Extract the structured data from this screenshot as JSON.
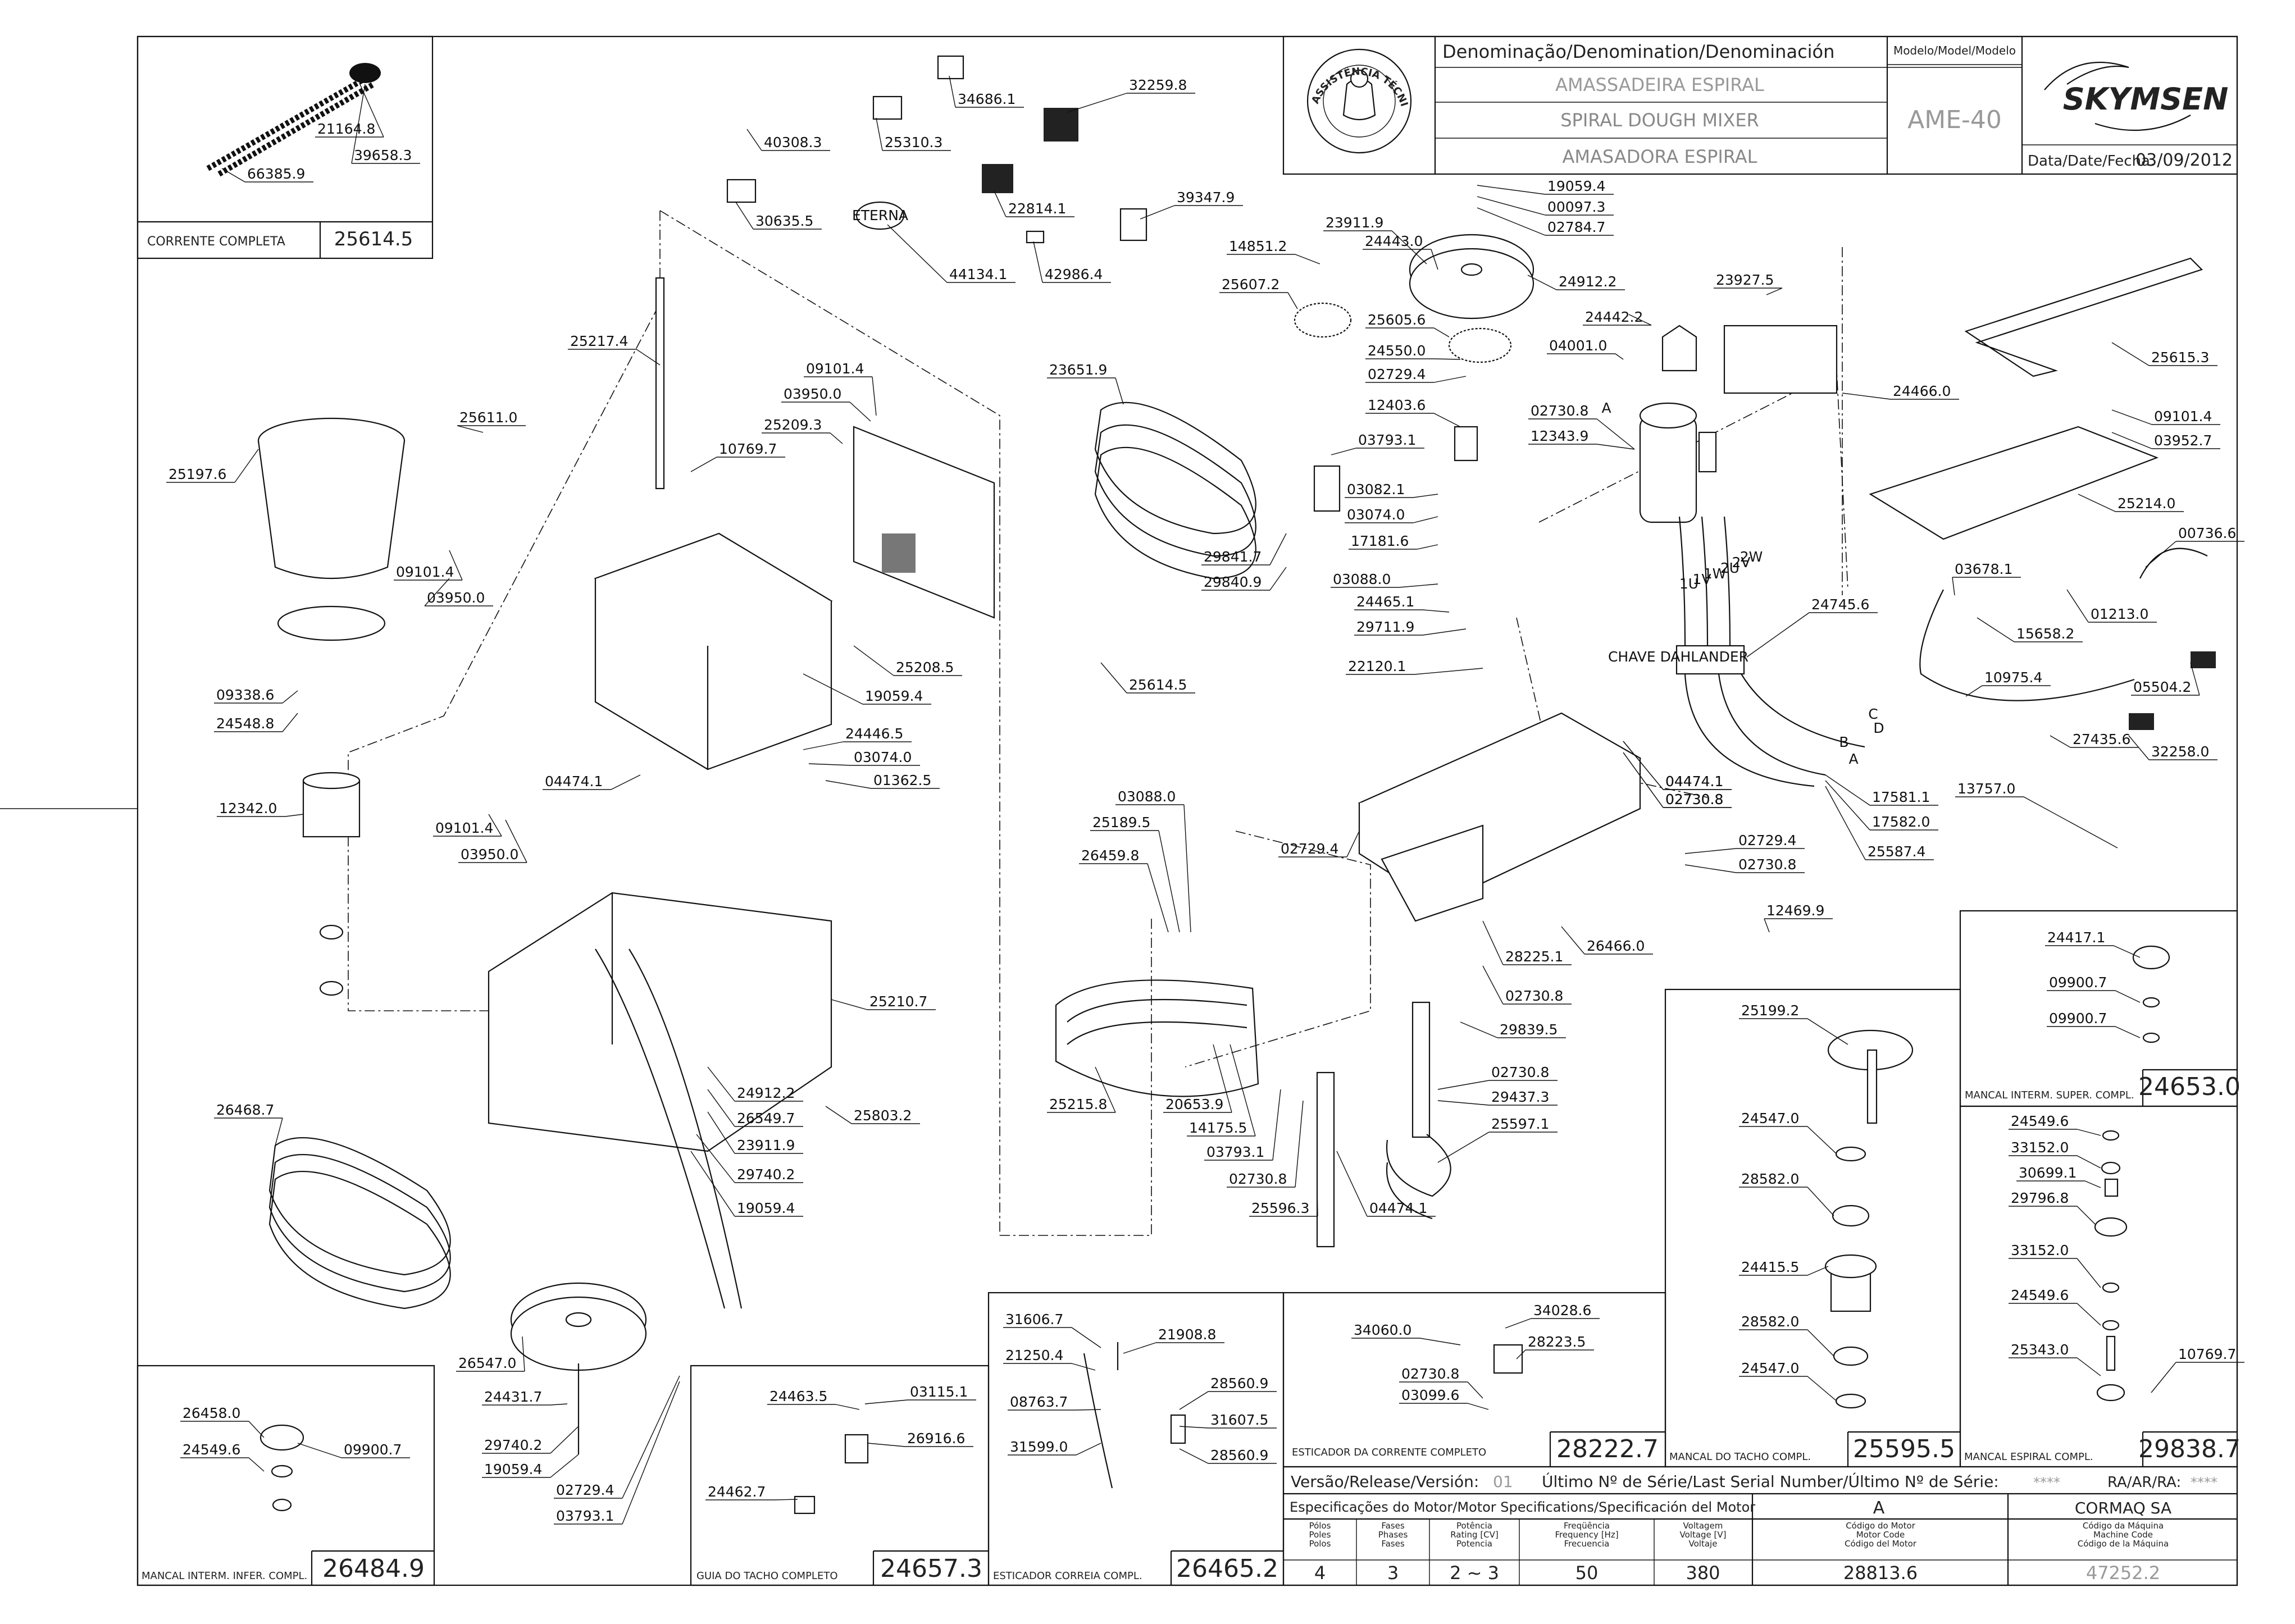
{
  "title_block": {
    "denomination_header": "Denominação/Denomination/Denominación",
    "name_pt": "AMASSADEIRA ESPIRAL",
    "name_en": "SPIRAL DOUGH MIXER",
    "name_es": "AMASADORA ESPIRAL",
    "model_header": "Modelo/Model/Modelo",
    "model": "AME-40",
    "brand": "SKYMSEN",
    "date_label": "Data/Date/Fecha:",
    "date": "03/09/2012",
    "badge_text": "ASSISTÊNCIA TÉCNICA AUTORIZADA"
  },
  "version_row": {
    "version_label": "Versão/Release/Versión:",
    "version": "01",
    "serial_label": "Último Nº de Série/Last Serial Number/Último Nº de Série:",
    "serial": "****",
    "ra_label": "RA/AR/RA:",
    "ra": "****"
  },
  "motor_spec": {
    "header": "Especificações do Motor/Motor Specifications/Specificación del Motor",
    "col_a": "A",
    "company": "CORMAQ SA",
    "columns": [
      {
        "l1": "Pólos",
        "l2": "Poles",
        "l3": "Polos",
        "value": "4"
      },
      {
        "l1": "Fases",
        "l2": "Phases",
        "l3": "Fases",
        "value": "3"
      },
      {
        "l1": "Potência",
        "l2": "Rating [CV]",
        "l3": "Potencia",
        "value": "2 ~ 3"
      },
      {
        "l1": "Freqüência",
        "l2": "Frequency [Hz]",
        "l3": "Frecuencia",
        "value": "50"
      },
      {
        "l1": "Voltagem",
        "l2": "Voltage [V]",
        "l3": "Voltaje",
        "value": "380"
      },
      {
        "l1": "Código do Motor",
        "l2": "Motor Code",
        "l3": "Código del Motor",
        "value": "28813.6"
      },
      {
        "l1": "Código da Máquina",
        "l2": "Machine Code",
        "l3": "Código de la Máquina",
        "value": "47252.2"
      }
    ]
  },
  "subassemblies": [
    {
      "id": "corrente",
      "caption": "CORRENTE COMPLETA",
      "code": "25614.5"
    },
    {
      "id": "mancal_infer",
      "caption": "MANCAL INTERM. INFER. COMPL.",
      "code": "26484.9"
    },
    {
      "id": "guia",
      "caption": "GUIA DO TACHO COMPLETO",
      "code": "24657.3"
    },
    {
      "id": "esticador_correia",
      "caption": "ESTICADOR CORREIA COMPL.",
      "code": "26465.2"
    },
    {
      "id": "esticador_corrente",
      "caption": "ESTICADOR DA CORRENTE COMPLETO",
      "code": "28222.7"
    },
    {
      "id": "mancal_tacho",
      "caption": "MANCAL DO TACHO COMPL.",
      "code": "25595.5"
    },
    {
      "id": "mancal_espiral",
      "caption": "MANCAL ESPIRAL COMPL.",
      "code": "29838.7"
    },
    {
      "id": "mancal_super",
      "caption": "MANCAL INTERM. SUPER. COMPL.",
      "code": "24653.0"
    }
  ],
  "part_labels": [
    {
      "id": "p01",
      "text": "21164.8"
    },
    {
      "id": "p02",
      "text": "39658.3"
    },
    {
      "id": "p03",
      "text": "66385.9"
    },
    {
      "id": "p04",
      "text": "40308.3"
    },
    {
      "id": "p05",
      "text": "25310.3"
    },
    {
      "id": "p06",
      "text": "34686.1"
    },
    {
      "id": "p07",
      "text": "32259.8"
    },
    {
      "id": "p08",
      "text": "30635.5"
    },
    {
      "id": "p09",
      "text": "22814.1"
    },
    {
      "id": "p10",
      "text": "39347.9"
    },
    {
      "id": "p11",
      "text": "44134.1"
    },
    {
      "id": "p12",
      "text": "42986.4"
    },
    {
      "id": "p13",
      "text": "25217.4"
    },
    {
      "id": "p14",
      "text": "09101.4"
    },
    {
      "id": "p15",
      "text": "03950.0"
    },
    {
      "id": "p16",
      "text": "25209.3"
    },
    {
      "id": "p17",
      "text": "10769.7"
    },
    {
      "id": "p18",
      "text": "25611.0"
    },
    {
      "id": "p19",
      "text": "25197.6"
    },
    {
      "id": "p20",
      "text": "09101.4"
    },
    {
      "id": "p21",
      "text": "03950.0"
    },
    {
      "id": "p22",
      "text": "25208.5"
    },
    {
      "id": "p23",
      "text": "19059.4"
    },
    {
      "id": "p24",
      "text": "24446.5"
    },
    {
      "id": "p25",
      "text": "03074.0"
    },
    {
      "id": "p26",
      "text": "01362.5"
    },
    {
      "id": "p27",
      "text": "09338.6"
    },
    {
      "id": "p28",
      "text": "24548.8"
    },
    {
      "id": "p29",
      "text": "04474.1"
    },
    {
      "id": "p30",
      "text": "12342.0"
    },
    {
      "id": "p31",
      "text": "09101.4"
    },
    {
      "id": "p32",
      "text": "03950.0"
    },
    {
      "id": "p33",
      "text": "25210.7"
    },
    {
      "id": "p34",
      "text": "26468.7"
    },
    {
      "id": "p35",
      "text": "24912.2"
    },
    {
      "id": "p36",
      "text": "26549.7"
    },
    {
      "id": "p37",
      "text": "23911.9"
    },
    {
      "id": "p38",
      "text": "25803.2"
    },
    {
      "id": "p39",
      "text": "29740.2"
    },
    {
      "id": "p40",
      "text": "19059.4"
    },
    {
      "id": "p41",
      "text": "26547.0"
    },
    {
      "id": "p42",
      "text": "24431.7"
    },
    {
      "id": "p43",
      "text": "29740.2"
    },
    {
      "id": "p44",
      "text": "19059.4"
    },
    {
      "id": "p45",
      "text": "02729.4"
    },
    {
      "id": "p46",
      "text": "03793.1"
    },
    {
      "id": "p47",
      "text": "23651.9"
    },
    {
      "id": "p48",
      "text": "25614.5"
    },
    {
      "id": "p49",
      "text": "14851.2"
    },
    {
      "id": "p50",
      "text": "23911.9"
    },
    {
      "id": "p51",
      "text": "24443.0"
    },
    {
      "id": "p52",
      "text": "19059.4"
    },
    {
      "id": "p53",
      "text": "00097.3"
    },
    {
      "id": "p54",
      "text": "02784.7"
    },
    {
      "id": "p55",
      "text": "25607.2"
    },
    {
      "id": "p56",
      "text": "24912.2"
    },
    {
      "id": "p57",
      "text": "25605.6"
    },
    {
      "id": "p58",
      "text": "24550.0"
    },
    {
      "id": "p59",
      "text": "02729.4"
    },
    {
      "id": "p60",
      "text": "12403.6"
    },
    {
      "id": "p61",
      "text": "03793.1"
    },
    {
      "id": "p62",
      "text": "03082.1"
    },
    {
      "id": "p63",
      "text": "03074.0"
    },
    {
      "id": "p64",
      "text": "17181.6"
    },
    {
      "id": "p65",
      "text": "29841.7"
    },
    {
      "id": "p66",
      "text": "29840.9"
    },
    {
      "id": "p67",
      "text": "03088.0"
    },
    {
      "id": "p68",
      "text": "24465.1"
    },
    {
      "id": "p69",
      "text": "29711.9"
    },
    {
      "id": "p70",
      "text": "22120.1"
    },
    {
      "id": "p71",
      "text": "03088.0"
    },
    {
      "id": "p72",
      "text": "25189.5"
    },
    {
      "id": "p73",
      "text": "26459.8"
    },
    {
      "id": "p74",
      "text": "02729.4"
    },
    {
      "id": "p75",
      "text": "25215.8"
    },
    {
      "id": "p76",
      "text": "20653.9"
    },
    {
      "id": "p77",
      "text": "14175.5"
    },
    {
      "id": "p78",
      "text": "03793.1"
    },
    {
      "id": "p79",
      "text": "02730.8"
    },
    {
      "id": "p80",
      "text": "25596.3"
    },
    {
      "id": "p81",
      "text": "04474.1"
    },
    {
      "id": "p82",
      "text": "04474.1"
    },
    {
      "id": "p83",
      "text": "02730.8"
    },
    {
      "id": "p84",
      "text": "23927.5"
    },
    {
      "id": "p85",
      "text": "24442.2"
    },
    {
      "id": "p86",
      "text": "04001.0"
    },
    {
      "id": "p87",
      "text": "02730.8"
    },
    {
      "id": "p88",
      "text": "12343.9"
    },
    {
      "id": "p89",
      "text": "24466.0"
    },
    {
      "id": "p90",
      "text": "25615.3"
    },
    {
      "id": "p91",
      "text": "09101.4"
    },
    {
      "id": "p92",
      "text": "03952.7"
    },
    {
      "id": "p93",
      "text": "25214.0"
    },
    {
      "id": "p94",
      "text": "00736.6"
    },
    {
      "id": "p95",
      "text": "03678.1"
    },
    {
      "id": "p96",
      "text": "01213.0"
    },
    {
      "id": "p97",
      "text": "15658.2"
    },
    {
      "id": "p98",
      "text": "24745.6"
    },
    {
      "id": "p99",
      "text": "10975.4"
    },
    {
      "id": "p100",
      "text": "05504.2"
    },
    {
      "id": "p101",
      "text": "27435.6"
    },
    {
      "id": "p102",
      "text": "32258.0"
    },
    {
      "id": "p103",
      "text": "04474.1"
    },
    {
      "id": "p104",
      "text": "02730.8"
    },
    {
      "id": "p105",
      "text": "17581.1"
    },
    {
      "id": "p106",
      "text": "17582.0"
    },
    {
      "id": "p107",
      "text": "25587.4"
    },
    {
      "id": "p108",
      "text": "13757.0"
    },
    {
      "id": "p109",
      "text": "02729.4"
    },
    {
      "id": "p110",
      "text": "02730.8"
    },
    {
      "id": "p111",
      "text": "12469.9"
    },
    {
      "id": "p112",
      "text": "26466.0"
    },
    {
      "id": "p113",
      "text": "28225.1"
    },
    {
      "id": "p114",
      "text": "02730.8"
    },
    {
      "id": "p115",
      "text": "29839.5"
    },
    {
      "id": "p116",
      "text": "02730.8"
    },
    {
      "id": "p117",
      "text": "29437.3"
    },
    {
      "id": "p118",
      "text": "25597.1"
    },
    {
      "id": "p119",
      "text": "24417.1"
    },
    {
      "id": "p120",
      "text": "09900.7"
    },
    {
      "id": "p121",
      "text": "09900.7"
    },
    {
      "id": "p122",
      "text": "24549.6"
    },
    {
      "id": "p123",
      "text": "33152.0"
    },
    {
      "id": "p124",
      "text": "30699.1"
    },
    {
      "id": "p125",
      "text": "29796.8"
    },
    {
      "id": "p126",
      "text": "33152.0"
    },
    {
      "id": "p127",
      "text": "24549.6"
    },
    {
      "id": "p128",
      "text": "25343.0"
    },
    {
      "id": "p129",
      "text": "10769.7"
    },
    {
      "id": "p130",
      "text": "25199.2"
    },
    {
      "id": "p131",
      "text": "24547.0"
    },
    {
      "id": "p132",
      "text": "28582.0"
    },
    {
      "id": "p133",
      "text": "24415.5"
    },
    {
      "id": "p134",
      "text": "28582.0"
    },
    {
      "id": "p135",
      "text": "24547.0"
    },
    {
      "id": "p136",
      "text": "34060.0"
    },
    {
      "id": "p137",
      "text": "34028.6"
    },
    {
      "id": "p138",
      "text": "28223.5"
    },
    {
      "id": "p139",
      "text": "02730.8"
    },
    {
      "id": "p140",
      "text": "03099.6"
    },
    {
      "id": "p141",
      "text": "31606.7"
    },
    {
      "id": "p142",
      "text": "21908.8"
    },
    {
      "id": "p143",
      "text": "21250.4"
    },
    {
      "id": "p144",
      "text": "28560.9"
    },
    {
      "id": "p145",
      "text": "08763.7"
    },
    {
      "id": "p146",
      "text": "31607.5"
    },
    {
      "id": "p147",
      "text": "31599.0"
    },
    {
      "id": "p148",
      "text": "28560.9"
    },
    {
      "id": "p149",
      "text": "24463.5"
    },
    {
      "id": "p150",
      "text": "03115.1"
    },
    {
      "id": "p151",
      "text": "26916.6"
    },
    {
      "id": "p152",
      "text": "24462.7"
    },
    {
      "id": "p153",
      "text": "26458.0"
    },
    {
      "id": "p154",
      "text": "24549.6"
    },
    {
      "id": "p155",
      "text": "09900.7"
    }
  ],
  "callouts": [
    {
      "id": "c1",
      "text": "A"
    },
    {
      "id": "c2",
      "text": "ETERNA"
    },
    {
      "id": "c3",
      "text": "1U"
    },
    {
      "id": "c4",
      "text": "1V"
    },
    {
      "id": "c5",
      "text": "1W"
    },
    {
      "id": "c6",
      "text": "2U"
    },
    {
      "id": "c7",
      "text": "2V"
    },
    {
      "id": "c8",
      "text": "2W"
    },
    {
      "id": "c9",
      "text": "B"
    },
    {
      "id": "c10",
      "text": "A"
    },
    {
      "id": "c11",
      "text": "C"
    },
    {
      "id": "c12",
      "text": "D"
    },
    {
      "id": "c13",
      "text": "CHAVE DAHLANDER"
    }
  ]
}
